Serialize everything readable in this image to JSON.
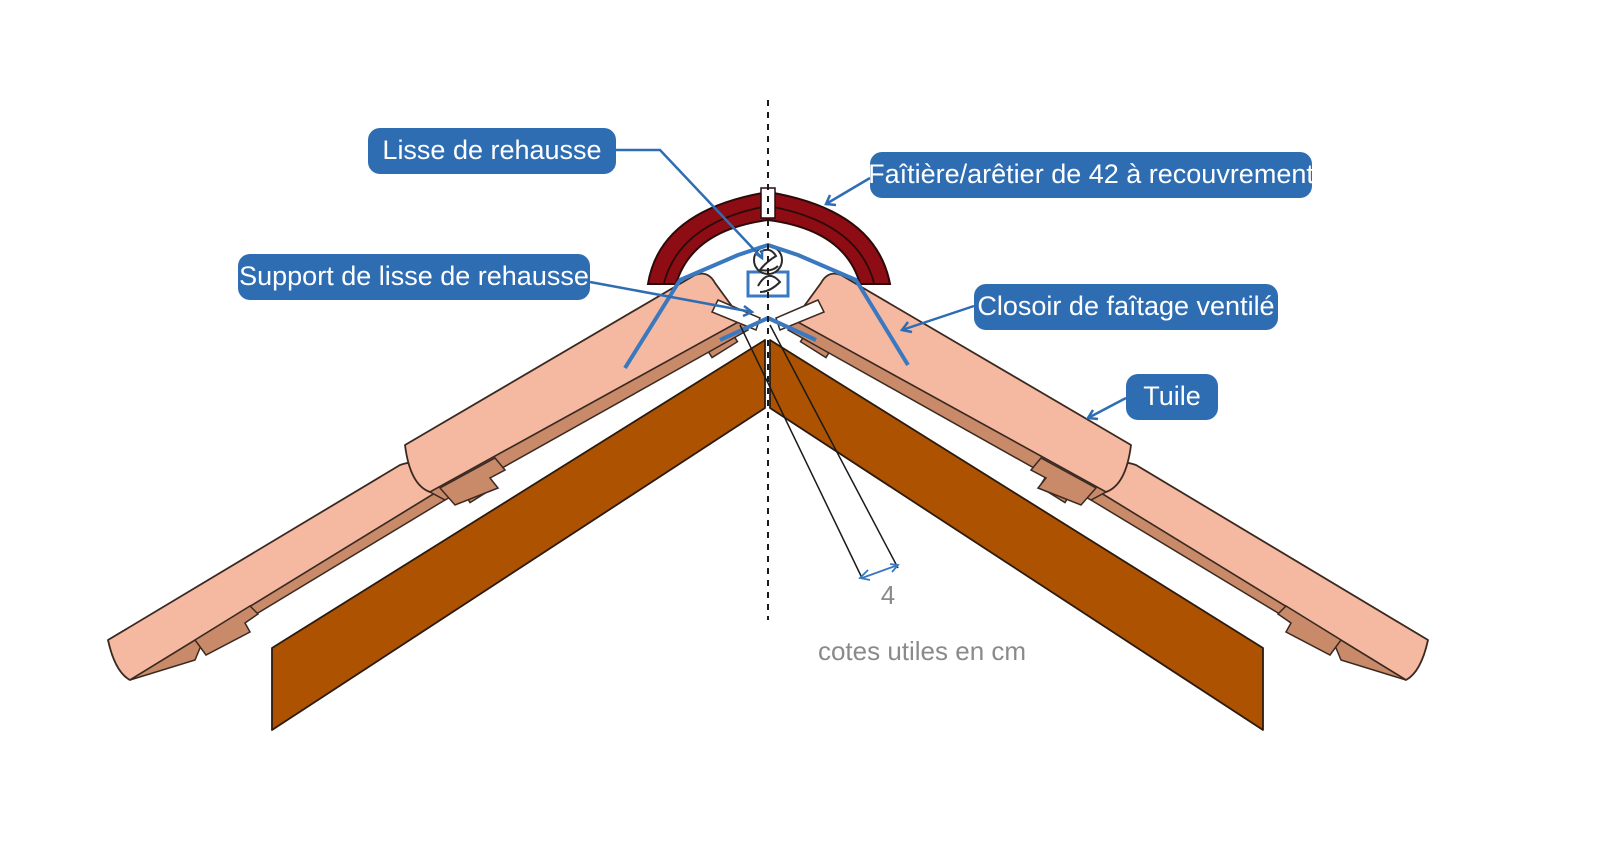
{
  "labels": {
    "lisse_de_rehausse": "Lisse de rehausse",
    "faitiere": "Faîtière/arêtier de 42 à recouvrement",
    "support_lisse": "Support de lisse de rehausse",
    "closoir": "Closoir de faîtage ventilé",
    "tuile": "Tuile"
  },
  "dimension": {
    "value": "4",
    "note": "cotes utiles en cm"
  },
  "colors": {
    "callout": "#2f6db3",
    "tile": "#f5b8a0",
    "rafter": "#ad5200",
    "ridge": "#8e0d14",
    "closoir": "#3a78c0"
  }
}
